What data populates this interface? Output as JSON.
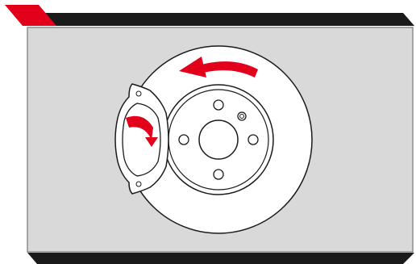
{
  "colors": {
    "background": "#ffffff",
    "frame_dark": "#1a1a1a",
    "accent_red": "#e3001b",
    "panel_fill": "#d9d9d9",
    "panel_border": "#8c8c8c",
    "part_fill": "#ffffff",
    "outline": "#1a1a1a"
  },
  "icons": {
    "rotation_arrow": "counterclockwise-arrow-icon",
    "pad_arrow": "pad-motion-arrow-icon"
  },
  "illustration": {
    "subject": "brake-disc-and-pad",
    "disc_stud_holes": 4,
    "disc_small_holes": 1,
    "pad_fixing_holes": 2
  }
}
